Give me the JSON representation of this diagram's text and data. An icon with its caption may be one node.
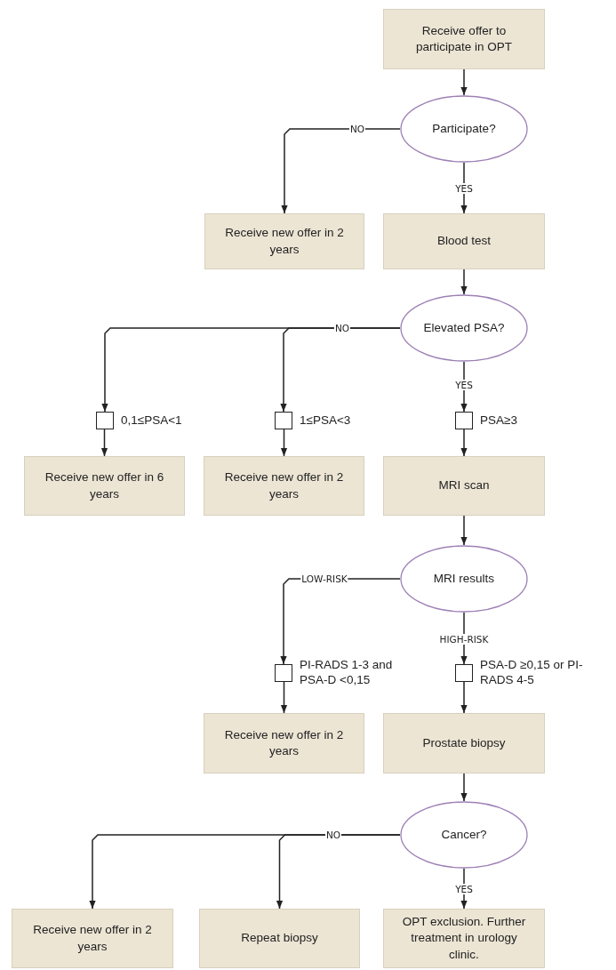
{
  "diagram": {
    "nodes": [
      {
        "text": [
          "Receive offer to participate in OPT"
        ]
      },
      {
        "text": [
          "Participate?"
        ]
      },
      {
        "text": [
          "Receive new offer in 2 years"
        ]
      },
      {
        "text": [
          "Blood test"
        ]
      },
      {
        "text": [
          "Elevated PSA?"
        ]
      },
      {
        "text": [],
        "shape": "box",
        "beside": [
          "0,1≤PSA<1"
        ]
      },
      {
        "text": [],
        "shape": "box",
        "beside": [
          "1≤PSA<3"
        ]
      },
      {
        "text": [],
        "shape": "box",
        "beside": [
          "PSA≥3"
        ]
      },
      {
        "text": [
          "Receive new offer in 6 years"
        ]
      },
      {
        "text": [
          "Receive new offer in 2 years"
        ]
      },
      {
        "text": [
          "MRI scan"
        ]
      },
      {
        "text": [
          "MRI results"
        ]
      },
      {
        "text": [],
        "shape": "box",
        "beside": [
          "PI-RADS 1-3 and PSA-D <0,15"
        ]
      },
      {
        "text": [],
        "shape": "box",
        "beside": [
          "PSA-D ≥0,15 or PI-RADS 4-5"
        ]
      },
      {
        "text": [
          "Receive new offer in 2 years"
        ]
      },
      {
        "text": [
          "Prostate biopsy"
        ]
      },
      {
        "text": [
          "Cancer?"
        ]
      },
      {
        "text": [
          "Receive new offer in 2 years"
        ]
      },
      {
        "text": [
          "Repeat biopsy"
        ]
      },
      {
        "text": [
          "OPT exclusion. Further treatment in urology clinic."
        ]
      }
    ],
    "edges": [
      {
        "from": 0,
        "to": 1,
        "arrow": "to"
      },
      {
        "from": 1,
        "to": 2,
        "arrow": "to",
        "label": "NO"
      },
      {
        "from": 1,
        "to": 3,
        "arrow": "to",
        "label": "YES"
      },
      {
        "from": 3,
        "to": 4,
        "arrow": "to"
      },
      {
        "from": 4,
        "to": 5,
        "arrow": "to",
        "label": "NO"
      },
      {
        "from": 4,
        "to": 6,
        "arrow": "to"
      },
      {
        "from": 4,
        "to": 7,
        "arrow": "to",
        "label": "YES"
      },
      {
        "from": 5,
        "to": 8,
        "arrow": "to"
      },
      {
        "from": 6,
        "to": 9,
        "arrow": "to"
      },
      {
        "from": 7,
        "to": 10,
        "arrow": "to"
      },
      {
        "from": 10,
        "to": 11,
        "arrow": "to"
      },
      {
        "from": 11,
        "to": 12,
        "arrow": "to",
        "label": "LOW-RISK"
      },
      {
        "from": 11,
        "to": 13,
        "arrow": "to",
        "label": "HIGH-RISK"
      },
      {
        "from": 12,
        "to": 14,
        "arrow": "to"
      },
      {
        "from": 13,
        "to": 15,
        "arrow": "to"
      },
      {
        "from": 15,
        "to": 16,
        "arrow": "to"
      },
      {
        "from": 16,
        "to": 17,
        "arrow": "to",
        "label": "NO"
      },
      {
        "from": 16,
        "to": 18,
        "arrow": "to"
      },
      {
        "from": 16,
        "to": 19,
        "arrow": "to",
        "label": "YES"
      }
    ]
  }
}
